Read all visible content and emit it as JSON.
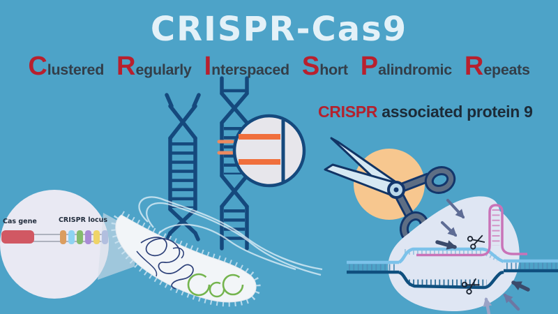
{
  "title": "CRISPR-Cas9",
  "acronym": {
    "words": [
      {
        "initial": "C",
        "rest": "lustered"
      },
      {
        "initial": "R",
        "rest": "egularly"
      },
      {
        "initial": "I",
        "rest": "nterspaced"
      },
      {
        "initial": "S",
        "rest": "hort"
      },
      {
        "initial": "P",
        "rest": "alindromic"
      },
      {
        "initial": "R",
        "rest": "epeats"
      }
    ]
  },
  "cas9_caption": {
    "highlight": "CRISPR",
    "rest": " associated protein 9"
  },
  "locus_inset": {
    "cas_gene_label": "Cas gene",
    "crispr_locus_label": "CRISPR locus",
    "cas_gene_color": "#D15863",
    "segment_colors": [
      "#DB9D5F",
      "#8ED3F2",
      "#85BB6D",
      "#A98BD6",
      "#EFD468",
      "#7B8ECF"
    ]
  },
  "palette": {
    "background": "#4DA3C8",
    "title_text": "#E3F1F8",
    "accent_red": "#B8202E",
    "acronym_text": "#333E49",
    "caption_text": "#1C2B38",
    "helix_blue": "#15497D",
    "repeat_orange": "#F06F3C",
    "protein_circle_orange": "#F7C78F",
    "scissor_blade": "#D6E8F3",
    "scissor_handle": "#5E6E84",
    "bacterium_body": "#F2F5F8",
    "plasmid_green": "#74B44E",
    "cas9_blob": "#DFE6F3",
    "dna_top_strand": "#7CC2EA",
    "dna_bottom_strand": "#0F4F7E",
    "guide_rna_pink": "#C973B8"
  },
  "artwork_elements": [
    "dna-double-helix-left",
    "dna-double-helix-right",
    "repeat-magnifier",
    "cas9-scissors-icon",
    "bacterium-cell",
    "crispr-locus-inset",
    "cas9-dna-complex",
    "guide-rna-hairpin",
    "cut-site-arrows"
  ]
}
